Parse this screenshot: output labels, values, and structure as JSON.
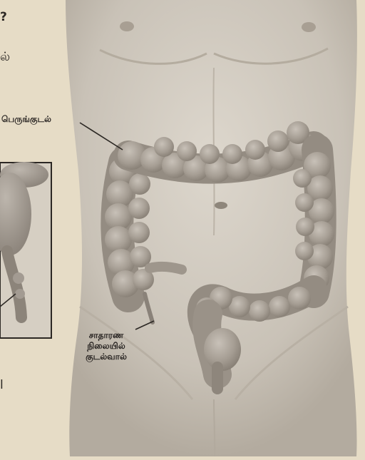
{
  "page": {
    "fragment_top": "?",
    "fragment_left": "ல்",
    "fragment_bottom": "l"
  },
  "labels": {
    "large_intestine": "பெருங்குடல்",
    "appendix_line1": "சாதாரண",
    "appendix_line2": "நிலையில்",
    "appendix_line3": "குடல்வால்"
  },
  "colors": {
    "paper": "#e6dcc6",
    "skin": "#cfc8bd",
    "colon": "#a39b92",
    "ink": "#2c2824"
  }
}
